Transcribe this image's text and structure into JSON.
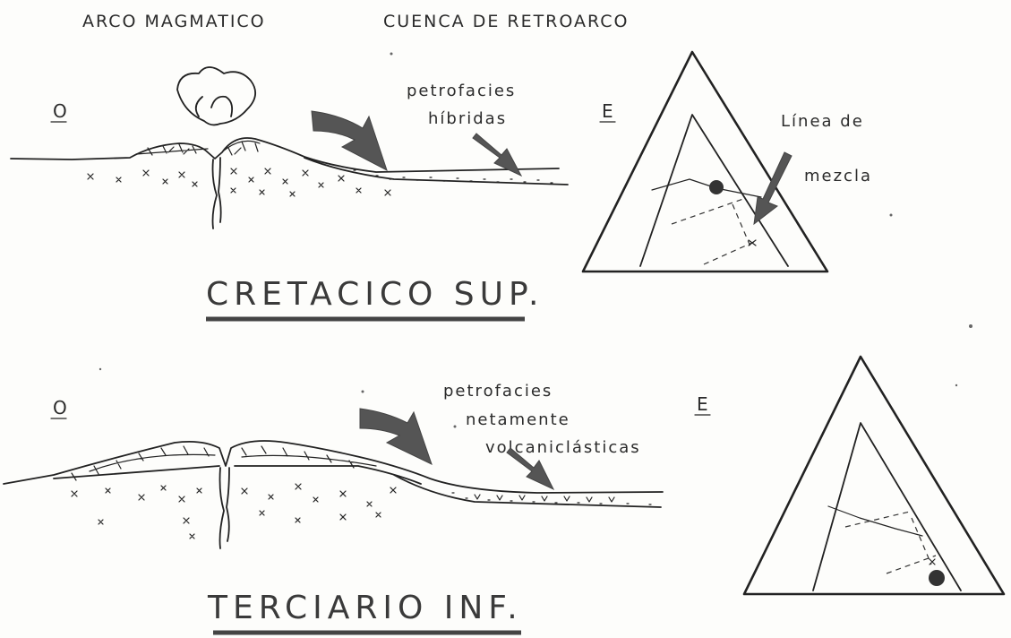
{
  "header": {
    "arc_label": "ARCO  MAGMATICO",
    "basin_label": "CUENCA DE RETROARCO"
  },
  "panel_top": {
    "west": "O",
    "east": "E",
    "petrofacies_line1": "petrofacies",
    "petrofacies_line2": "híbridas",
    "mix_line1": "Línea de",
    "mix_line2": "mezcla",
    "period": "CRETACICO  SUP."
  },
  "panel_bottom": {
    "west": "O",
    "east": "E",
    "petrofacies_line1": "petrofacies",
    "petrofacies_line2": "netamente",
    "petrofacies_line3": "volcaniclásticas",
    "period": "TERCIARIO  INF."
  }
}
